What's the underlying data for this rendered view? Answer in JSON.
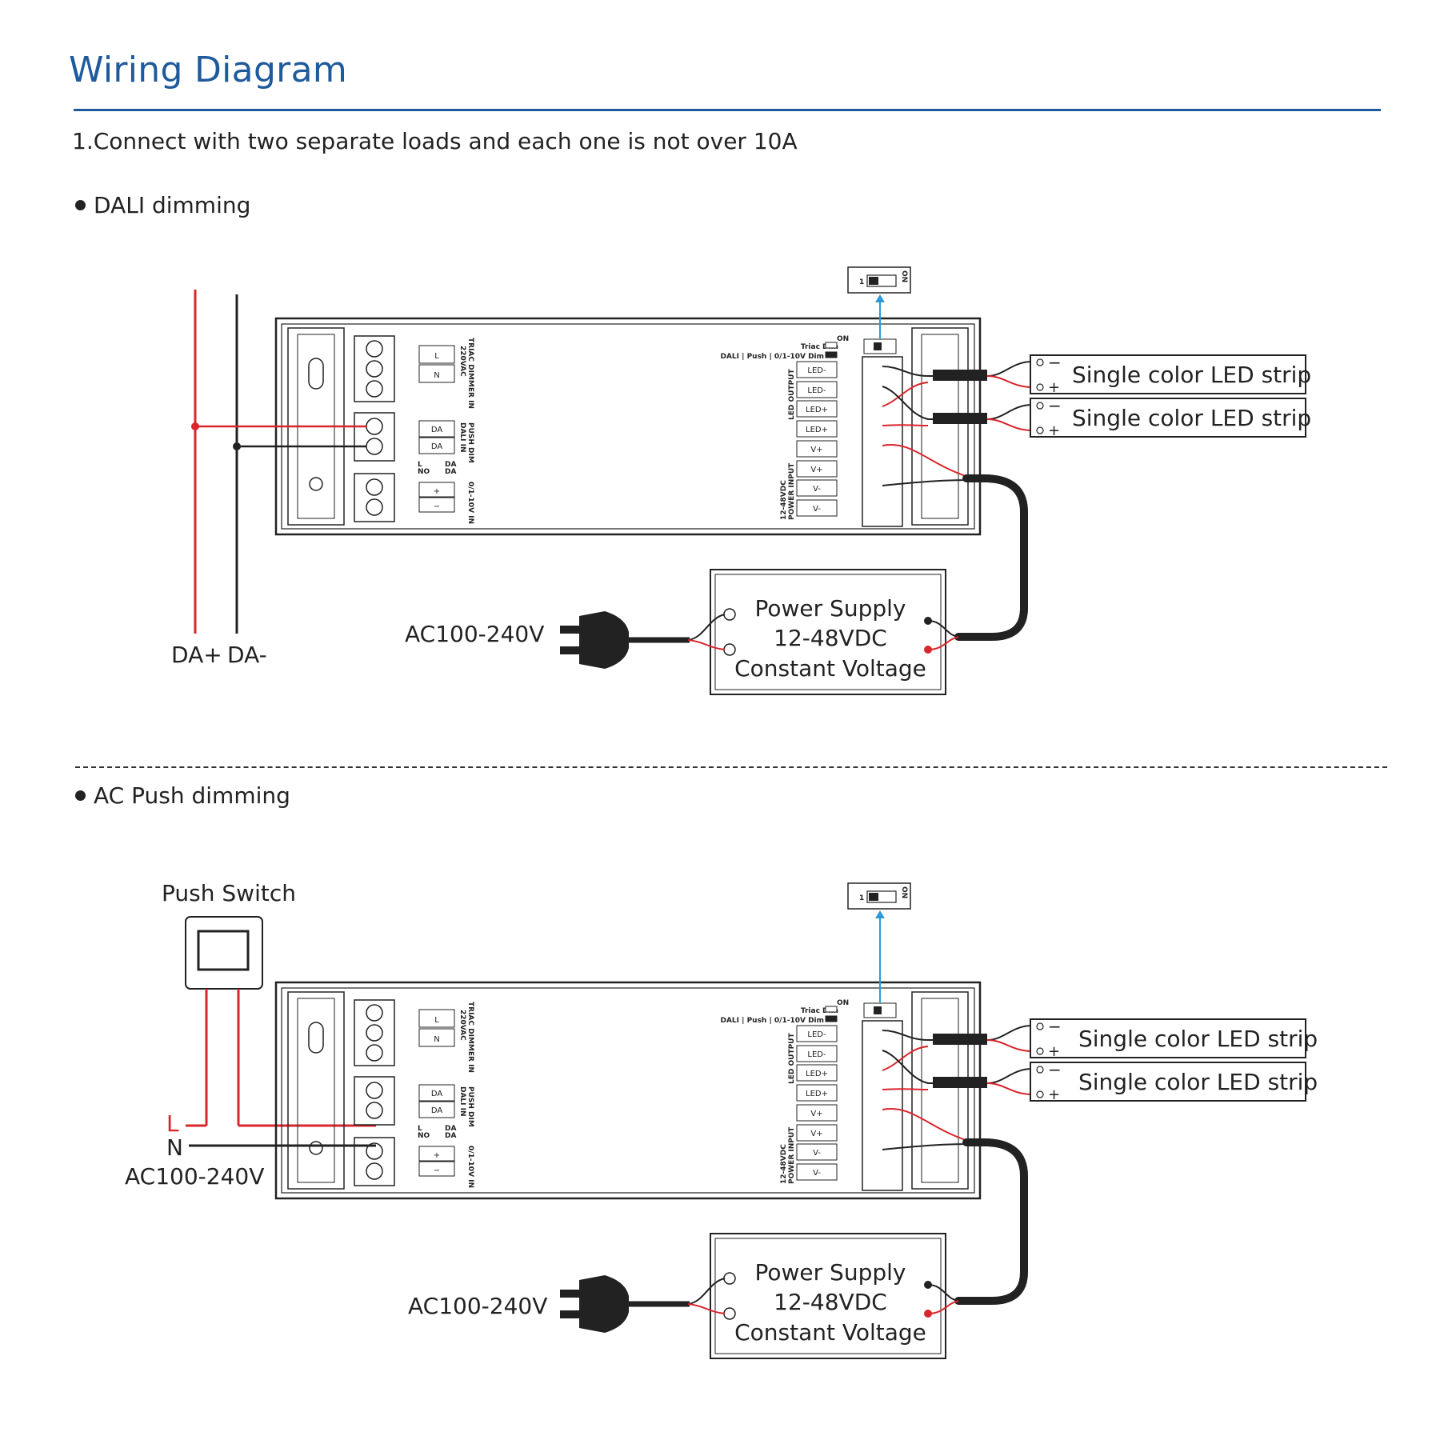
{
  "title": "Wiring Diagram",
  "intro": "1.Connect with two separate loads and each one is not over 10A",
  "sections": [
    {
      "label": "DALI dimming",
      "bus_labels": [
        "DA+",
        "DA-"
      ],
      "mains_label": "AC100-240V"
    },
    {
      "label": "AC Push dimming",
      "switch_label": "Push Switch",
      "line_label": "L",
      "neutral_label": "N",
      "mains_label": "AC100-240V",
      "plug_label": "AC100-240V"
    }
  ],
  "device": {
    "left_terminals": [
      "L",
      "N",
      "DA",
      "DA",
      "+",
      "−"
    ],
    "left_groups": [
      "TRIAC DIMMER IN",
      "220VAC",
      "PUSH DIM",
      "DALI IN",
      "0/1-10V IN"
    ],
    "push_legend": [
      "L",
      "NO",
      "DA",
      "DA"
    ],
    "dip_labels": [
      "ON",
      "Triac Dim",
      "DALI | Push | 0/1-10V Dim"
    ],
    "dip_switch": [
      "1",
      "ON"
    ],
    "output_group": "LED OUTPUT",
    "input_group": [
      "12-48VDC",
      "POWER INPUT"
    ],
    "right_terminals": [
      "LED-",
      "LED-",
      "LED+",
      "LED+",
      "V+",
      "V+",
      "V-",
      "V-"
    ]
  },
  "loads": {
    "label": "Single color LED strip",
    "polarity": [
      "−",
      "+"
    ]
  },
  "power_supply": {
    "lines": [
      "Power Supply",
      "12-48VDC",
      "Constant Voltage"
    ]
  },
  "colors": {
    "title_blue": "#1e5a9c",
    "wire_red": "#d9252c",
    "wire_black": "#222222",
    "arrow_blue": "#2b9ad8"
  }
}
